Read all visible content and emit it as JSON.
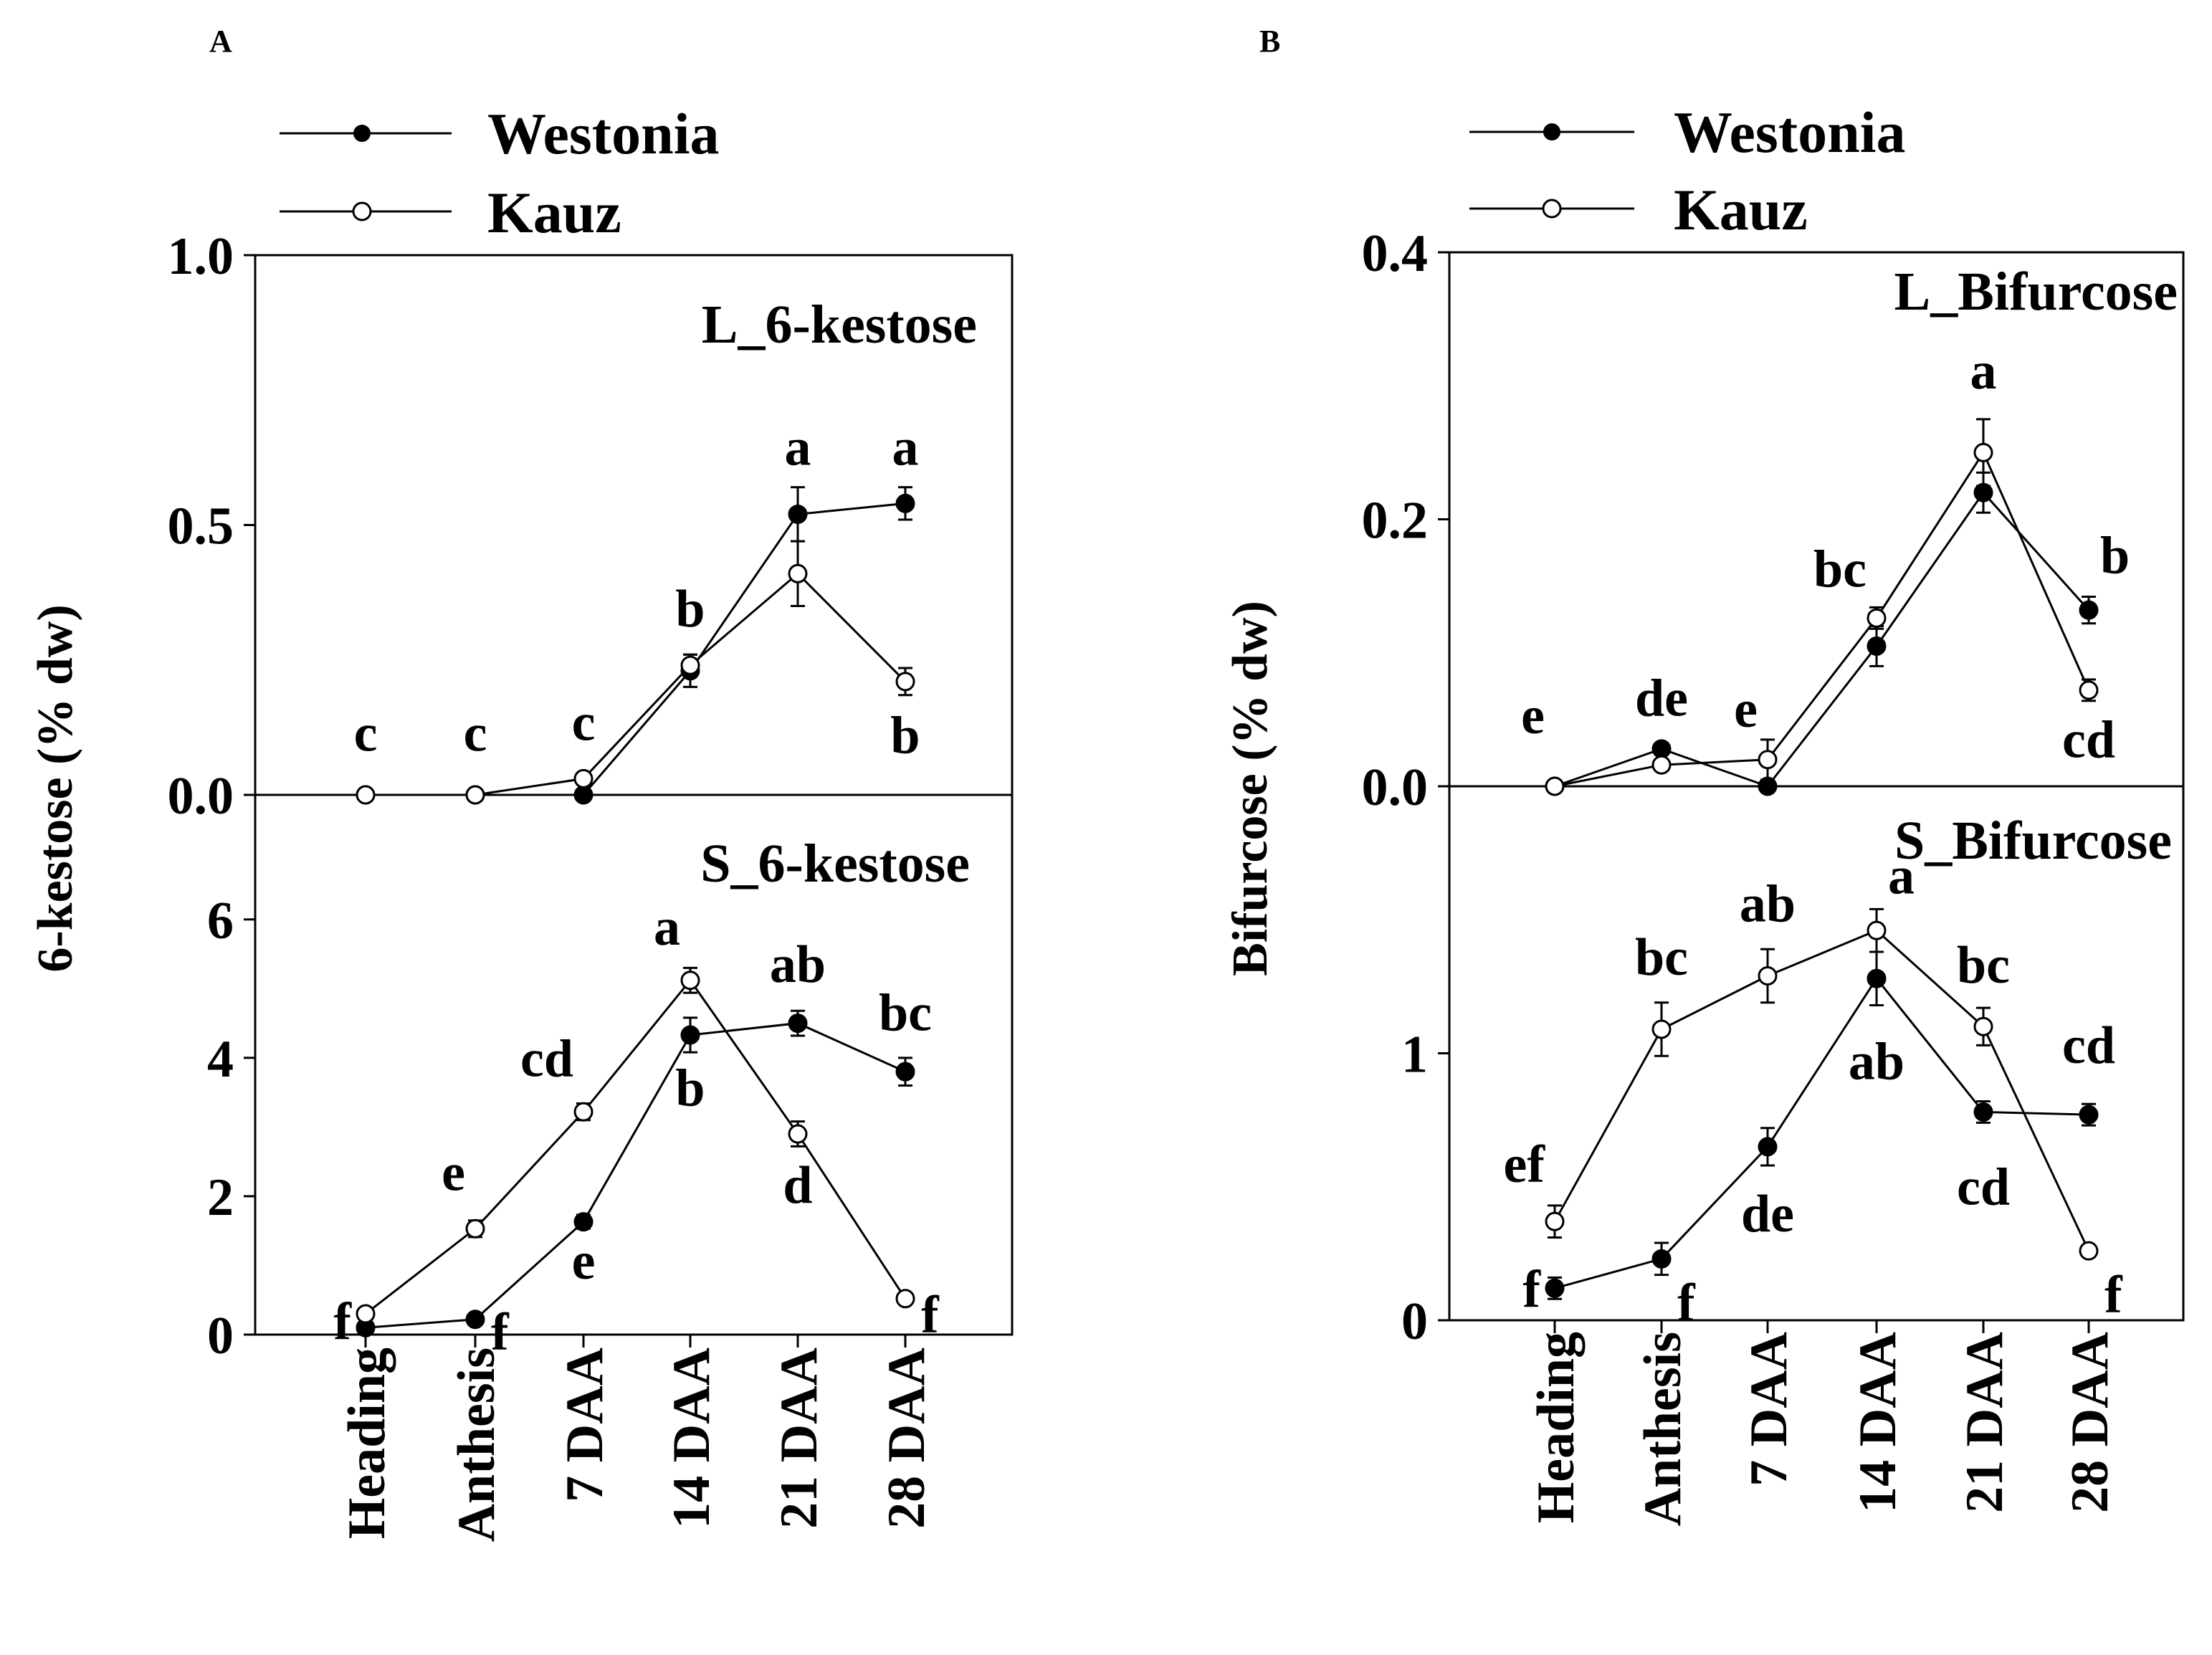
{
  "legend": {
    "westonia": "Westonia",
    "kauz": "Kauz",
    "westonia_marker": "filled-circle-marker",
    "kauz_marker": "open-circle-marker"
  },
  "categories": [
    "Heading",
    "Anthesis",
    "7 DAA",
    "14 DAA",
    "21 DAA",
    "28 DAA"
  ],
  "chart_data": [
    {
      "panel": "A",
      "ylabel": "6-kestose (% dw)",
      "subplots": [
        {
          "type": "line",
          "title": "L_6-kestose",
          "ylim": [
            0,
            1.0
          ],
          "yticks": [
            "0.0",
            "0.5",
            "1.0"
          ],
          "ytick_values": [
            0,
            0.5,
            1.0
          ],
          "series": [
            {
              "name": "Westonia",
              "values": [
                0,
                0,
                0,
                0.23,
                0.52,
                0.54
              ],
              "errors": [
                0,
                0,
                0,
                0.03,
                0.05,
                0.03
              ]
            },
            {
              "name": "Kauz",
              "values": [
                0,
                0,
                0.03,
                0.24,
                0.41,
                0.21
              ],
              "errors": [
                0,
                0,
                0.01,
                0.02,
                0.06,
                0.025
              ]
            }
          ],
          "annotations": [
            {
              "label": "c",
              "cat": 0,
              "y": 0.05,
              "pos": "above"
            },
            {
              "label": "c",
              "cat": 1,
              "y": 0.05,
              "pos": "above"
            },
            {
              "label": "c",
              "cat": 2,
              "y": 0.07,
              "pos": "above"
            },
            {
              "label": "b",
              "cat": 3,
              "y": 0.28,
              "pos": "above"
            },
            {
              "label": "a",
              "cat": 4,
              "y": 0.58,
              "pos": "above"
            },
            {
              "label": "a",
              "cat": 5,
              "y": 0.58,
              "pos": "above"
            },
            {
              "label": "b",
              "cat": 5,
              "y": 0.16,
              "pos": "below"
            }
          ]
        },
        {
          "type": "line",
          "title": "S_6-kestose",
          "ylim": [
            0,
            7.8
          ],
          "yticks": [
            "0",
            "2",
            "4",
            "6"
          ],
          "ytick_values": [
            0,
            2,
            4,
            6
          ],
          "series": [
            {
              "name": "Westonia",
              "values": [
                0.1,
                0.22,
                1.63,
                4.33,
                4.5,
                3.8
              ],
              "errors": [
                0.05,
                0.05,
                0.1,
                0.25,
                0.18,
                0.2
              ]
            },
            {
              "name": "Kauz",
              "values": [
                0.3,
                1.53,
                3.22,
                5.12,
                2.9,
                0.52
              ],
              "errors": [
                0.05,
                0.12,
                0.12,
                0.18,
                0.18,
                0.05
              ]
            }
          ],
          "annotations": [
            {
              "label": "f",
              "cat": 0,
              "y": 0.2,
              "pos": "left"
            },
            {
              "label": "e",
              "cat": 1,
              "y": 1.9,
              "pos": "above-left"
            },
            {
              "label": "f",
              "cat": 1,
              "y": 0.05,
              "pos": "right"
            },
            {
              "label": "cd",
              "cat": 2,
              "y": 3.55,
              "pos": "above-left"
            },
            {
              "label": "e",
              "cat": 2,
              "y": 1.45,
              "pos": "below"
            },
            {
              "label": "a",
              "cat": 3,
              "y": 5.45,
              "pos": "above-left"
            },
            {
              "label": "b",
              "cat": 3,
              "y": 3.95,
              "pos": "below"
            },
            {
              "label": "ab",
              "cat": 4,
              "y": 4.85,
              "pos": "above"
            },
            {
              "label": "d",
              "cat": 4,
              "y": 2.55,
              "pos": "below"
            },
            {
              "label": "bc",
              "cat": 5,
              "y": 4.15,
              "pos": "above"
            },
            {
              "label": "f",
              "cat": 5,
              "y": 0.3,
              "pos": "right"
            }
          ]
        }
      ]
    },
    {
      "panel": "B",
      "ylabel": "Bifurcose (% dw)",
      "subplots": [
        {
          "type": "line",
          "title": "L_Bifurcose",
          "ylim": [
            0,
            0.4
          ],
          "yticks": [
            "0.0",
            "0.2",
            "0.4"
          ],
          "ytick_values": [
            0,
            0.2,
            0.4
          ],
          "series": [
            {
              "name": "Westonia",
              "values": [
                0,
                0.028,
                0,
                0.105,
                0.22,
                0.132
              ],
              "errors": [
                0,
                0.004,
                0,
                0.015,
                0.015,
                0.01
              ]
            },
            {
              "name": "Kauz",
              "values": [
                0,
                0.016,
                0.02,
                0.126,
                0.25,
                0.072
              ],
              "errors": [
                0,
                0.003,
                0.015,
                0.008,
                0.025,
                0.008
              ]
            }
          ],
          "annotations": [
            {
              "label": "e",
              "cat": 0,
              "y": 0.03,
              "pos": "above-left"
            },
            {
              "label": "de",
              "cat": 1,
              "y": 0.04,
              "pos": "above"
            },
            {
              "label": "e",
              "cat": 2,
              "y": 0.035,
              "pos": "above-left"
            },
            {
              "label": "bc",
              "cat": 3,
              "y": 0.14,
              "pos": "above-left"
            },
            {
              "label": "a",
              "cat": 4,
              "y": 0.285,
              "pos": "above"
            },
            {
              "label": "b",
              "cat": 5,
              "y": 0.15,
              "pos": "above-right"
            },
            {
              "label": "cd",
              "cat": 5,
              "y": 0.055,
              "pos": "below"
            }
          ]
        },
        {
          "type": "line",
          "title": "S_Bifurcose",
          "ylim": [
            0,
            2.0
          ],
          "yticks": [
            "0",
            "1"
          ],
          "ytick_values": [
            0,
            1
          ],
          "series": [
            {
              "name": "Westonia",
              "values": [
                0.12,
                0.23,
                0.65,
                1.28,
                0.78,
                0.77
              ],
              "errors": [
                0.04,
                0.06,
                0.07,
                0.1,
                0.04,
                0.04
              ]
            },
            {
              "name": "Kauz",
              "values": [
                0.37,
                1.09,
                1.29,
                1.46,
                1.1,
                0.26
              ],
              "errors": [
                0.06,
                0.1,
                0.1,
                0.08,
                0.07,
                0.02
              ]
            }
          ],
          "annotations": [
            {
              "label": "ef",
              "cat": 0,
              "y": 0.47,
              "pos": "above-left"
            },
            {
              "label": "f",
              "cat": 0,
              "y": 0.12,
              "pos": "left"
            },
            {
              "label": "bc",
              "cat": 1,
              "y": 1.23,
              "pos": "above"
            },
            {
              "label": "f",
              "cat": 1,
              "y": 0.07,
              "pos": "right"
            },
            {
              "label": "ab",
              "cat": 2,
              "y": 1.43,
              "pos": "above"
            },
            {
              "label": "de",
              "cat": 2,
              "y": 0.5,
              "pos": "below"
            },
            {
              "label": "a",
              "cat": 3,
              "y": 1.55,
              "pos": "above-right"
            },
            {
              "label": "ab",
              "cat": 3,
              "y": 1.07,
              "pos": "below"
            },
            {
              "label": "bc",
              "cat": 4,
              "y": 1.2,
              "pos": "above"
            },
            {
              "label": "cd",
              "cat": 4,
              "y": 0.6,
              "pos": "below"
            },
            {
              "label": "cd",
              "cat": 5,
              "y": 0.9,
              "pos": "above"
            },
            {
              "label": "f",
              "cat": 5,
              "y": 0.1,
              "pos": "right"
            }
          ]
        }
      ]
    }
  ]
}
